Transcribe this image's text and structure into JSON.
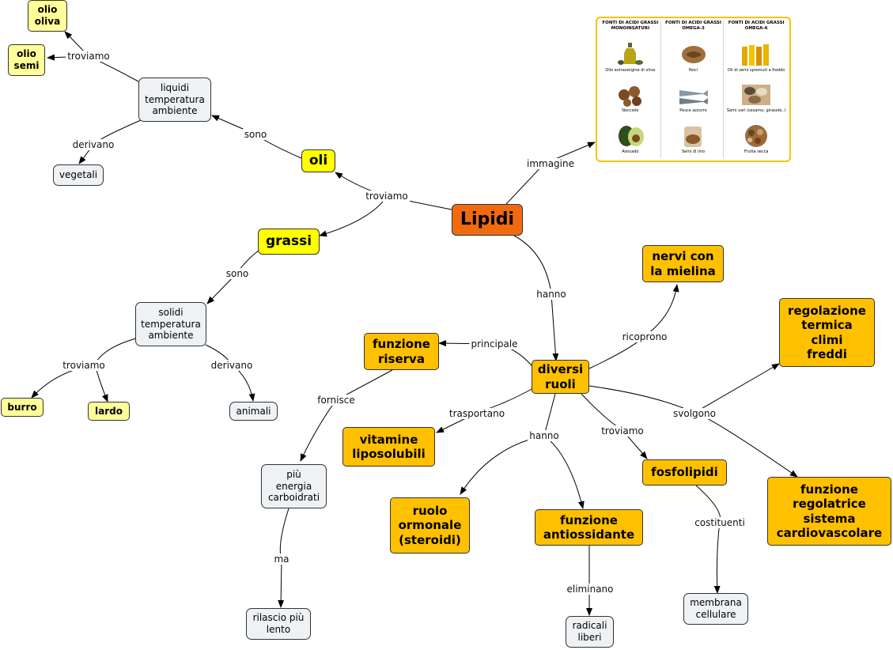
{
  "nodes": {
    "lipidi": "Lipidi",
    "oli": "oli",
    "grassi": "grassi",
    "olio_oliva": "olio\noliva",
    "olio_semi": "olio\nsemi",
    "liquidi": "liquidi\ntemperatura\nambiente",
    "vegetali": "vegetali",
    "solidi": "solidi\ntemperatura\nambiente",
    "burro": "burro",
    "lardo": "lardo",
    "animali": "animali",
    "diversi_ruoli": "diversi\nruoli",
    "funzione_riserva": "funzione\nriserva",
    "nervi": "nervi con\nla mielina",
    "regolazione": "regolazione\ntermica\nclimi\nfreddi",
    "vitamine": "vitamine\nliposolubili",
    "piu_energia": "più\nenergia\ncarboidrati",
    "rilascio": "rilascio più\nlento",
    "ruolo_ormonale": "ruolo\normonale\n(steroidi)",
    "funzione_antiossidante": "funzione\nantiossidante",
    "radicali": "radicali\nliberi",
    "fosfolipidi": "fosfolipidi",
    "membrana": "membrana\ncellulare",
    "funzione_regolatrice": "funzione\nregolatrice\nsistema\ncardiovascolare"
  },
  "links": {
    "troviamo_oli": "troviamo",
    "immagine": "immagine",
    "hanno_lipidi": "hanno",
    "sono_oli": "sono",
    "sono_grassi": "sono",
    "troviamo_liquidi": "troviamo",
    "derivano_liquidi": "derivano",
    "troviamo_solidi": "troviamo",
    "derivano_solidi": "derivano",
    "principale": "principale",
    "ricoprono": "ricoprono",
    "svolgono": "svolgono",
    "trasportano": "trasportano",
    "hanno_ruoli": "hanno",
    "troviamo_ruoli": "troviamo",
    "fornisce": "fornisce",
    "ma": "ma",
    "eliminano": "eliminano",
    "costituenti": "costituenti"
  },
  "image": {
    "columns": [
      {
        "header": "FONTI DI ACIDI GRASSI\nMONOINSATURI",
        "items": [
          {
            "icon": "olive-oil-icon",
            "caption": "Olio extravergine di oliva"
          },
          {
            "icon": "hazelnuts-icon",
            "caption": "Nocciole"
          },
          {
            "icon": "avocado-icon",
            "caption": "Avocado"
          }
        ]
      },
      {
        "header": "FONTI DI ACIDI GRASSI\nOMEGA-3",
        "items": [
          {
            "icon": "walnuts-icon",
            "caption": "Noci"
          },
          {
            "icon": "fish-icon",
            "caption": "Pesce azzurro"
          },
          {
            "icon": "flax-seeds-icon",
            "caption": "Semi di lino"
          }
        ]
      },
      {
        "header": "FONTI DI ACIDI GRASSI\nOMEGA-6",
        "items": [
          {
            "icon": "seed-oils-icon",
            "caption": "Oli di semi spremuti a freddo"
          },
          {
            "icon": "mixed-seeds-icon",
            "caption": "Semi vari (sesamo, girasole..)"
          },
          {
            "icon": "dried-fruit-icon",
            "caption": "Frutta secca"
          }
        ]
      }
    ]
  },
  "colors": {
    "root": "#f26a10",
    "primary": "#ffff00",
    "leaf_yellow": "#ffff99",
    "role": "#ffc000",
    "neutral": "#eef2f4"
  }
}
